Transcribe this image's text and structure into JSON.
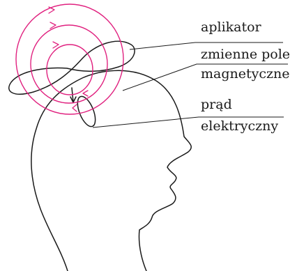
{
  "labels": {
    "applicator": "aplikator",
    "field_line1": "zmienne pole",
    "field_line2": "magnetyczne",
    "current_line1": "prąd",
    "current_line2": "elektryczny"
  },
  "colors": {
    "field": "#e0217f",
    "outline": "#1a1a1a",
    "background": "#ffffff"
  }
}
